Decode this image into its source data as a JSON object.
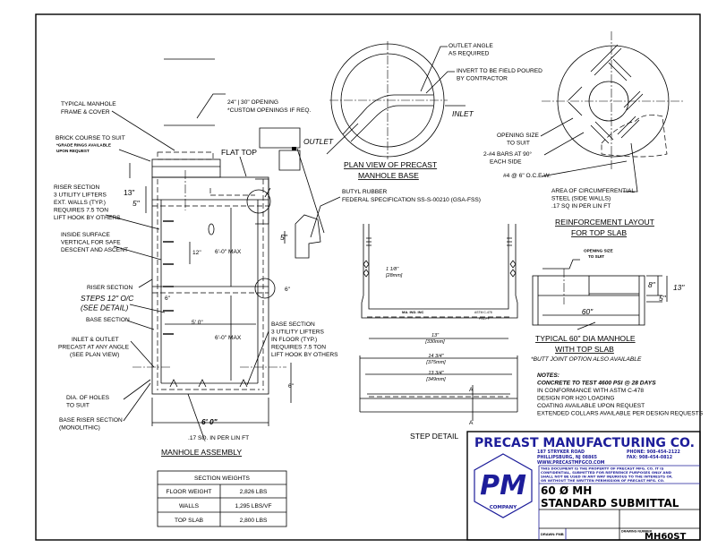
{
  "assembly": {
    "frame_cover": [
      "TYPICAL MANHOLE",
      "FRAME & COVER"
    ],
    "opening": [
      "24\" | 30\" OPENING",
      "*CUSTOM OPENINGS IF REQ."
    ],
    "brick": [
      "BRICK COURSE TO SUIT",
      "*GRADE RINGS AVAILABLE",
      "UPON REQUEST"
    ],
    "flat_top": "FLAT TOP",
    "riser_lifters": [
      "RISER SECTION",
      "3 UTILITY LIFTERS",
      "EXT. WALLS (TYP.)",
      "REQUIRES 7.5 TON",
      "LIFT HOOK BY OTHERS"
    ],
    "dim_13": "13\"",
    "dim_5": "5\"",
    "inside_surface": [
      "INSIDE SURFACE",
      "VERTICAL FOR SAFE",
      "DESCENT AND ASCENT"
    ],
    "dim_12": "12\"",
    "max_upper": "6'-0\" MAX",
    "riser_section": "RISER SECTION",
    "steps": [
      "STEPS 12\" O/C",
      "(SEE DETAIL)"
    ],
    "dim_6_joint": "6\"",
    "dim_6_right": "6\"",
    "base_section": "BASE SECTION",
    "dim_5_0": "5' 0\"",
    "max_lower": "6'-0\" MAX",
    "inlet_outlet": [
      "INLET & OUTLET",
      "PRECAST AT ANY ANGLE",
      "(SEE PLAN VIEW)"
    ],
    "base_lifters": [
      "BASE SECTION",
      "3 UTILITY LIFTERS",
      "IN FLOOR (TYP.)",
      "REQUIRES 7.5 TON",
      "LIFT HOOK BY OTHERS"
    ],
    "dim_6_floor": "6\"",
    "holes": [
      "DIA. OF HOLES",
      "TO SUIT"
    ],
    "base_riser": [
      "BASE RISER SECTION",
      "(MONOLITHIC)"
    ],
    "dim_6_0": "6' 0\"",
    "steel": ".17 SQ. IN PER LIN FT",
    "title": "MANHOLE ASSEMBLY"
  },
  "weights": {
    "title": "SECTION WEIGHTS",
    "rows": [
      {
        "label": "FLOOR WEIGHT",
        "value": "2,826 LBS"
      },
      {
        "label": "WALLS",
        "value": "1,295 LBS/VF"
      },
      {
        "label": "TOP SLAB",
        "value": "2,800 LBS"
      }
    ]
  },
  "joint": {
    "outlet": "OUTLET",
    "dim_5": "5\"",
    "butyl": [
      "BUTYL RUBBER",
      "FEDERAL SPECIFICATION SS-S-00210 (GSA-FSS)"
    ]
  },
  "plan": {
    "outlet_angle": [
      "OUTLET ANGLE",
      "AS REQUIRED"
    ],
    "invert": [
      "INVERT TO BE FIELD POURED",
      "BY CONTRACTOR"
    ],
    "inlet": "INLET",
    "title": [
      "PLAN VIEW OF PRECAST",
      "MANHOLE BASE"
    ]
  },
  "reinforcement": {
    "opening": [
      "OPENING SIZE",
      "TO SUIT"
    ],
    "bars": [
      "2-#4 BARS AT 90°",
      "EACH SIDE"
    ],
    "mesh": "#4 @ 6\" O.C.E.W.",
    "circ": [
      "AREA OF CIRCUMFERENTIAL",
      "STEEL (SIDE WALLS)",
      ".17 SQ IN PER LIN FT"
    ],
    "title": [
      "REINFORCEMENT LAYOUT",
      "FOR TOP SLAB"
    ]
  },
  "step": {
    "thickness": [
      "1 1/8\"",
      "[28mm]"
    ],
    "stamp": [
      "MA. IND. INC",
      "ASTM C-478",
      "PS1-PF"
    ],
    "width": [
      "13\"",
      "[330mm]"
    ],
    "overall": [
      "14 3/4\"",
      "[375mm]"
    ],
    "inner": [
      "13 3/4\"",
      "[349mm]"
    ],
    "section": "A",
    "title": "STEP DETAIL"
  },
  "slab": {
    "opening": [
      "OPENING SIZE",
      "TO SUIT"
    ],
    "dim_8": "8\"",
    "dim_13": "13\"",
    "dim_5": "5\"",
    "dim_60": "60\"",
    "title": [
      "TYPICAL 60\" DIA MANHOLE",
      "WITH TOP SLAB"
    ],
    "note": "*BUTT JOINT OPTION ALSO AVAILABLE"
  },
  "notes": {
    "heading": "NOTES:",
    "items": [
      "CONCRETE TO TEST 4600 PSI @ 28 DAYS",
      "IN CONFORMANCE WITH ASTM C-478",
      "DESIGN FOR H20 LOADING",
      "COATING AVAILABLE UPON REQUEST",
      "EXTENDED COLLARS AVAILABLE PER DESIGN REQUESTS"
    ]
  },
  "title_block": {
    "company": "PRECAST MANUFACTURING CO.",
    "address": [
      "187 STRYKER ROAD",
      "PHILLIPSBURG, NJ 08865",
      "WWW.PRECASTMFGCO.COM"
    ],
    "phone": "PHONE: 908-454-2122",
    "fax": "FAX: 908-454-0812",
    "disclaimer": [
      "THIS DOCUMENT IS THE PROPERTY OF PRECAST MFG. CO.  IT IS",
      "CONFIDENTIAL, SUBMITTED FOR REFERENCE PURPOSES ONLY AND",
      "SHALL NOT BE USED IN ANY WAY INJURIOUS TO THE INTERESTS OF,",
      "OR WITHOUT THE WRITTEN PERMISSION OF PRECAST MFG. CO."
    ],
    "title": [
      "60 Ø MH",
      "STANDARD SUBMITTAL"
    ],
    "drawn_label": "DRAWN:",
    "drawn_value": "FMB",
    "number_label": "DRAWING NUMBER",
    "number": "MH60ST",
    "logo_letters": "PM",
    "logo_word": "COMPANY",
    "brand_color": "#1d1d9a"
  }
}
